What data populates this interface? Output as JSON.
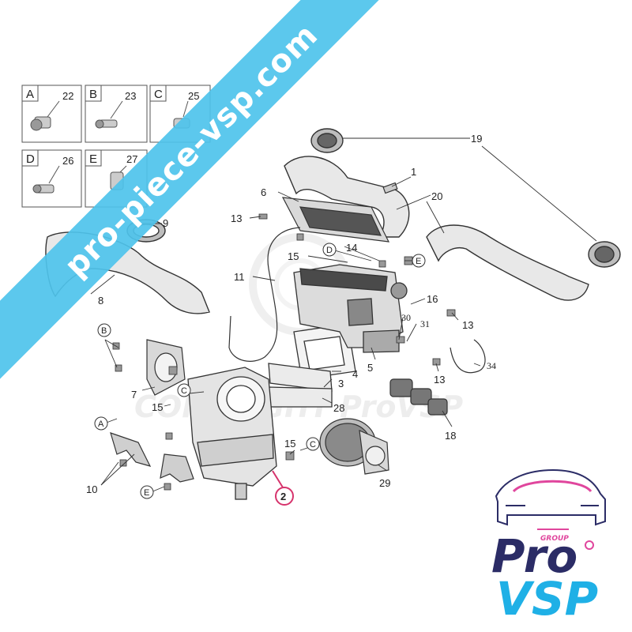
{
  "watermark": {
    "text": "pro-piece-vsp.com",
    "copyright_text": "COPYRIGHT",
    "faint_brand": "ProVSP",
    "band_color": "#4ec3ec"
  },
  "legend_boxes": [
    {
      "letter": "A",
      "part": "22"
    },
    {
      "letter": "B",
      "part": "23"
    },
    {
      "letter": "C",
      "part": "25"
    },
    {
      "letter": "D",
      "part": "26"
    },
    {
      "letter": "E",
      "part": "27"
    }
  ],
  "callouts": {
    "p1": "1",
    "p2": "2",
    "p3": "3",
    "p4": "4",
    "p5": "5",
    "p6": "6",
    "p7": "7",
    "p8": "8",
    "p9": "9",
    "p10": "10",
    "p11": "11",
    "p13a": "13",
    "p13b": "13",
    "p13c": "13",
    "p14": "14",
    "p15a": "15",
    "p15b": "15",
    "p15c": "15",
    "p16": "16",
    "p18": "18",
    "p19": "19",
    "p20": "20",
    "p28": "28",
    "p29": "29",
    "p30": "30",
    "p31": "31",
    "p34": "34"
  },
  "circle_refs": {
    "B": "B",
    "A": "A",
    "C1": "C",
    "C2": "C",
    "D": "D",
    "E1": "E",
    "E2": "E"
  },
  "highlight_color": "#d6336c",
  "logo": {
    "word1": "Pro",
    "word2": "VSP",
    "tag": "GROUP",
    "color_dark": "#2b2c66",
    "color_light": "#1fb0e6",
    "color_accent": "#e0469d"
  }
}
